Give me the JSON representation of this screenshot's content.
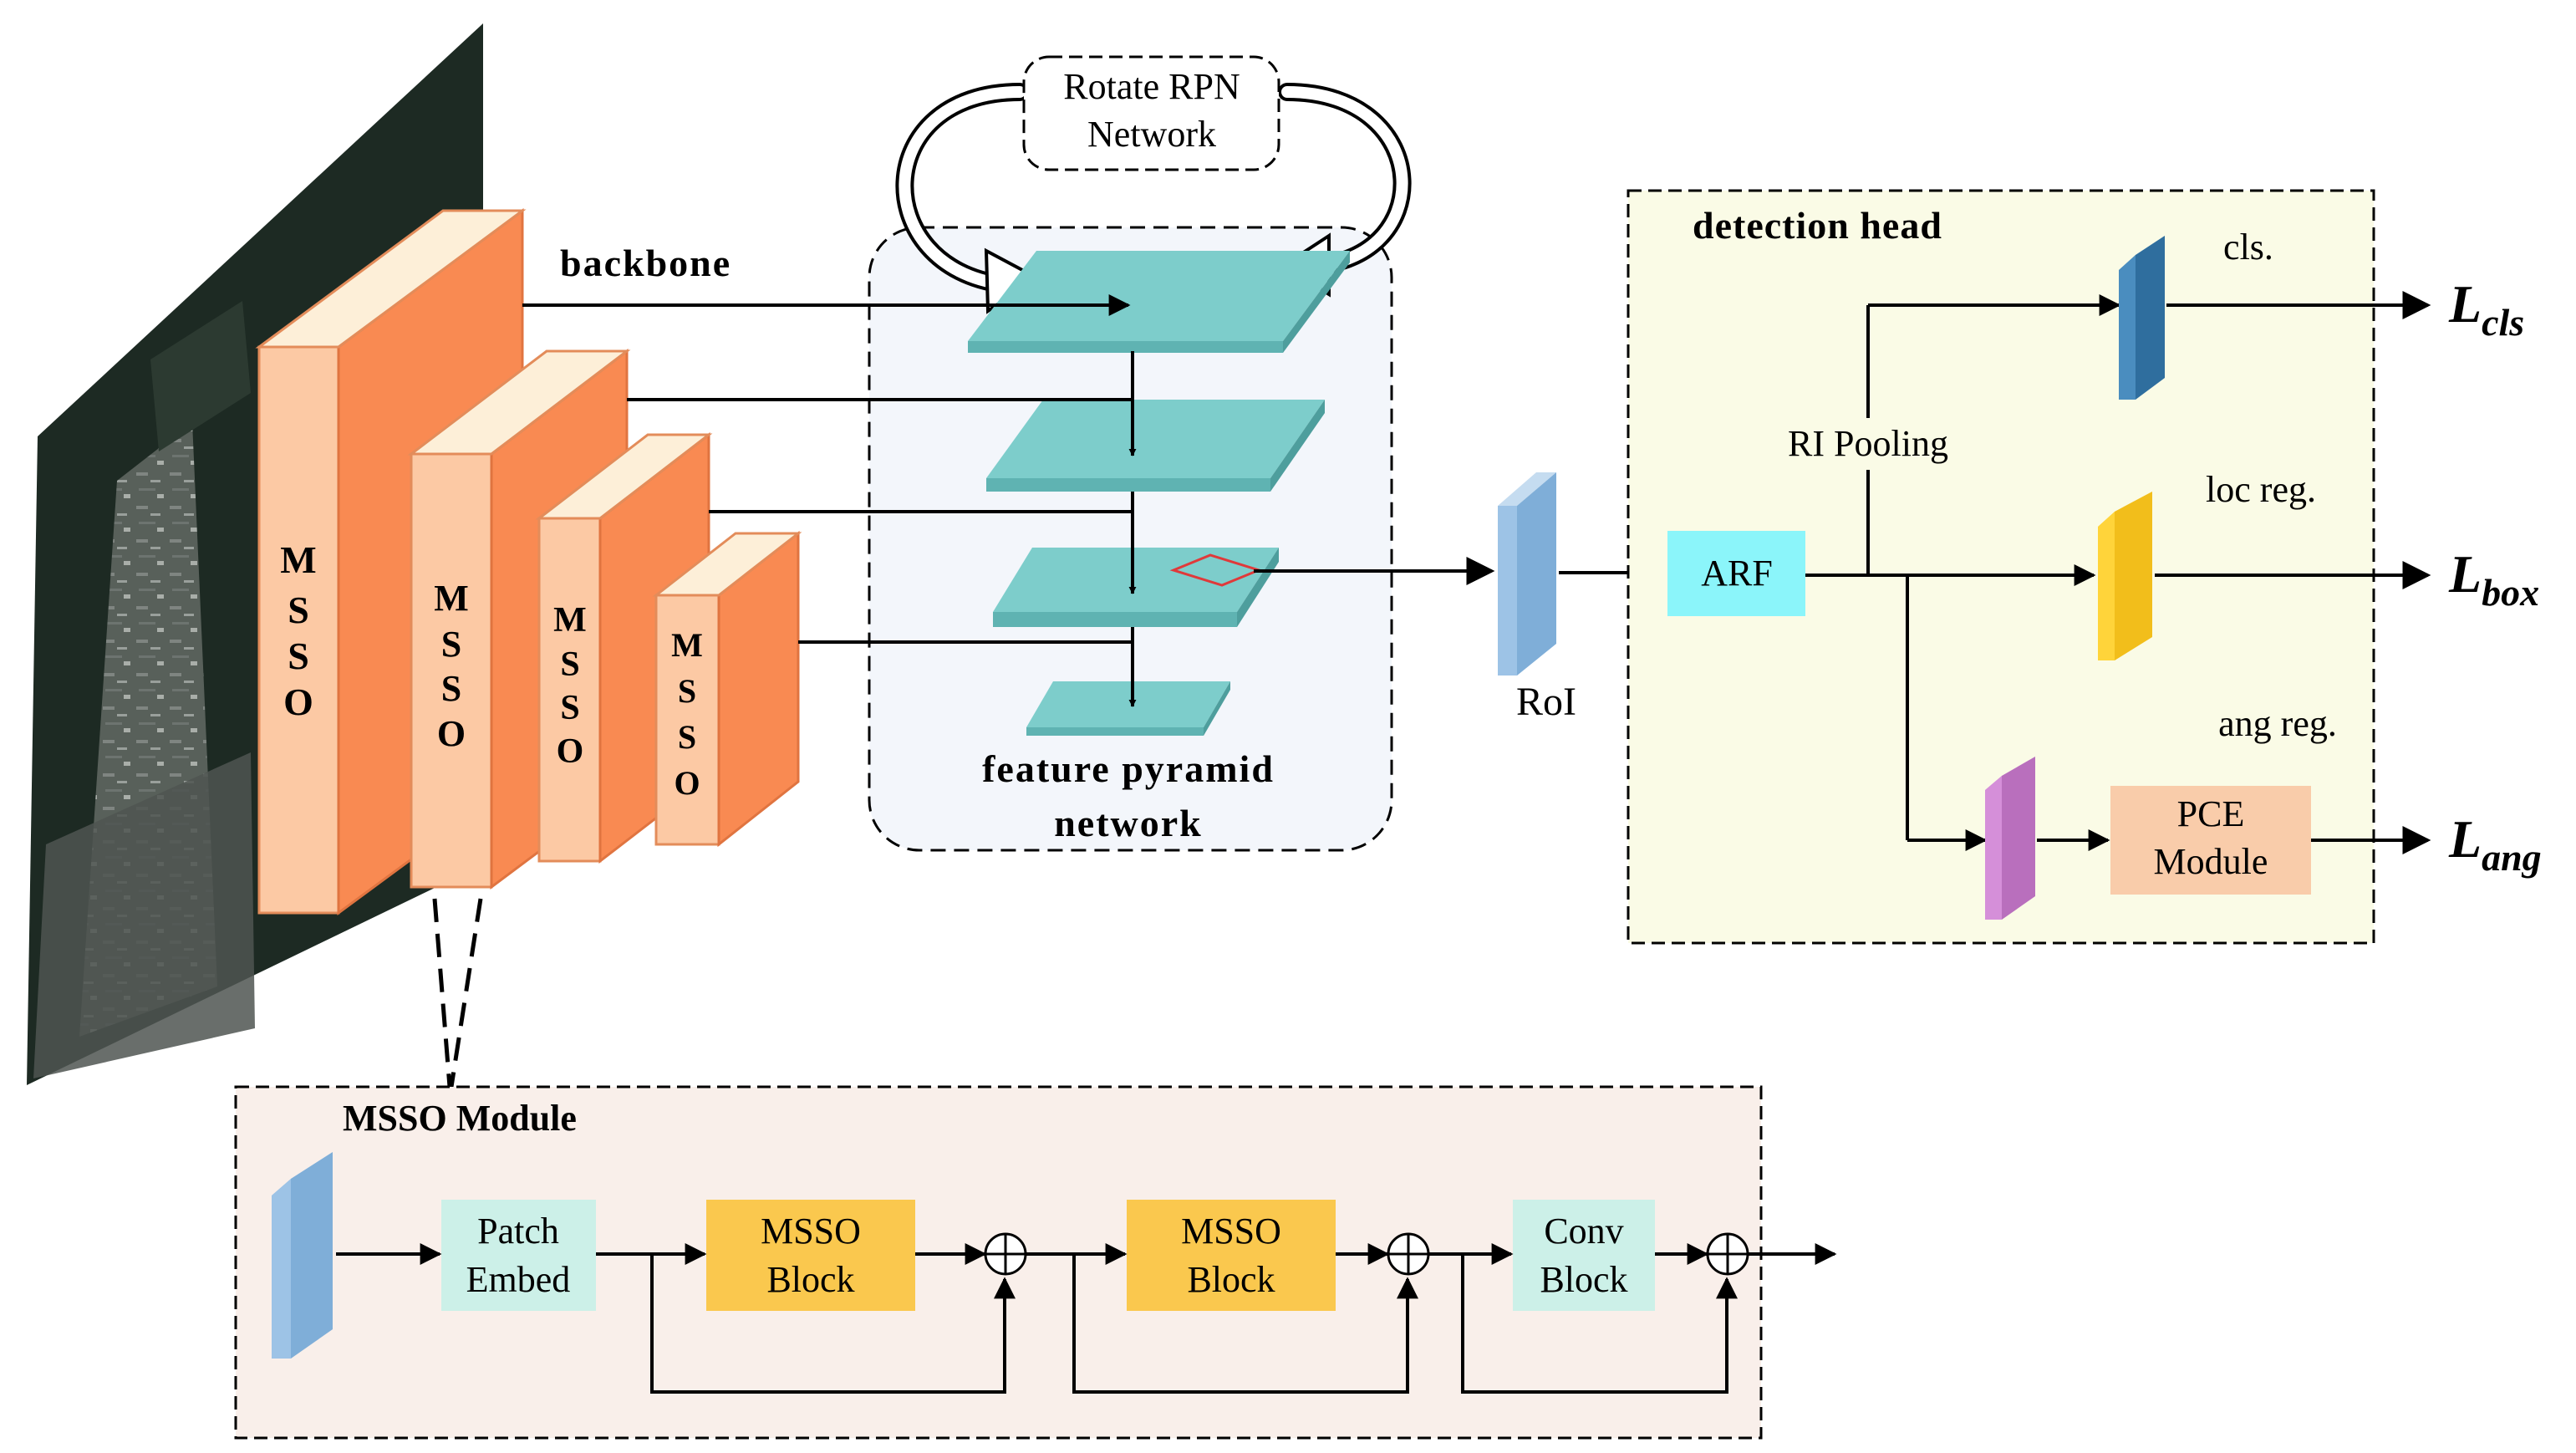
{
  "backbone": {
    "label": "backbone",
    "stage_letters": [
      "M",
      "S",
      "S",
      "O"
    ]
  },
  "rpn": {
    "line1": "Rotate RPN",
    "line2": "Network"
  },
  "fpn": {
    "line1": "feature pyramid",
    "line2": "network"
  },
  "roi": {
    "label": "RoI"
  },
  "detection_head": {
    "title": "detection head",
    "arf_label": "ARF",
    "ri_pooling_label": "RI Pooling",
    "cls_label": "cls.",
    "loc_label": "loc reg.",
    "ang_label": "ang reg.",
    "pce_line1": "PCE",
    "pce_line2": "Module",
    "losses": [
      {
        "main": "L",
        "sub": "cls"
      },
      {
        "main": "L",
        "sub": "box"
      },
      {
        "main": "L",
        "sub": "ang"
      }
    ]
  },
  "msso_module": {
    "title": "MSSO Module",
    "blocks": [
      {
        "line1": "Patch",
        "line2": "Embed"
      },
      {
        "line1": "MSSO",
        "line2": "Block"
      },
      {
        "line1": "MSSO",
        "line2": "Block"
      },
      {
        "line1": "Conv",
        "line2": "Block"
      }
    ],
    "add_symbol": "⊕"
  },
  "colors": {
    "msso_front": "#FCC9A4",
    "msso_side": "#F98A52",
    "msso_top": "#FDEFD8",
    "fpn_layer": "#7DCDCB",
    "roi_box": "#9DC3E6",
    "arf_box": "#8BF5FA",
    "cls_bar": "#4A8DBF",
    "loc_bar": "#FFD43A",
    "ang_bar": "#D58FD9",
    "pce_box": "#F9CCAA",
    "head_bg": "#FAFBE6",
    "msso_module_bg": "#F9EFEA",
    "patch_box": "#CCF0E8",
    "msso_block_box": "#FAC84E",
    "conv_block_box": "#CCF0E8",
    "fpn_bg": "#F3F6FB"
  }
}
